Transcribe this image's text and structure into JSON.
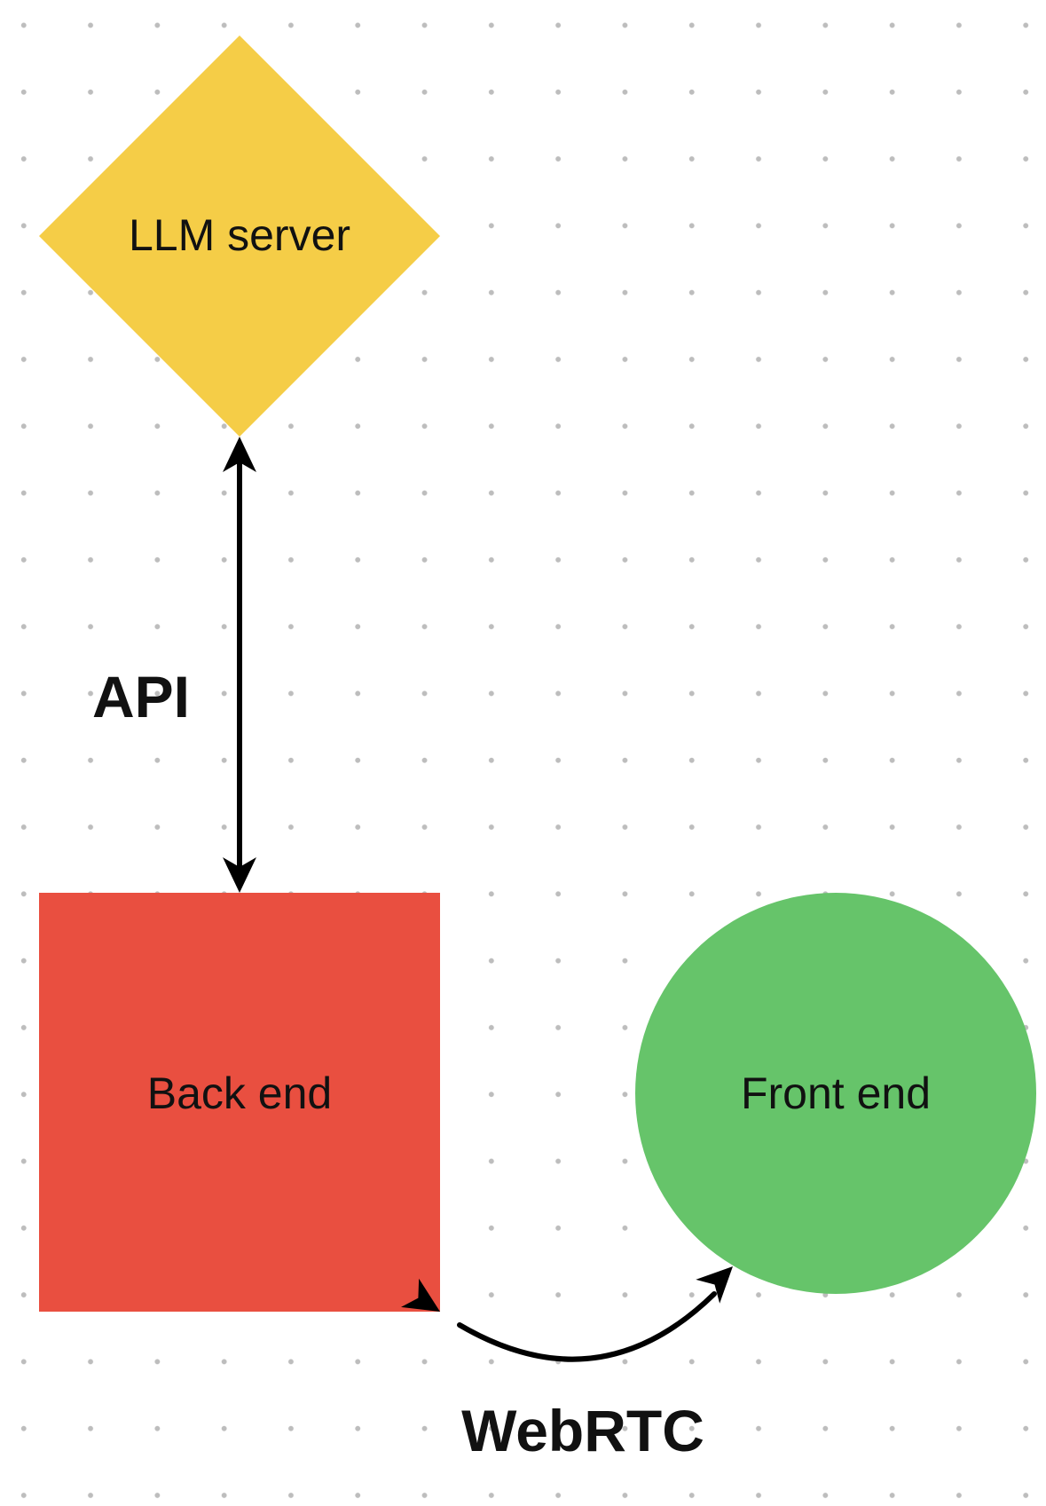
{
  "nodes": {
    "llm_server": {
      "label": "LLM server",
      "shape": "diamond",
      "color": "#F5CD47"
    },
    "back_end": {
      "label": "Back end",
      "shape": "square",
      "color": "#E94F40"
    },
    "front_end": {
      "label": "Front end",
      "shape": "circle",
      "color": "#66C46A"
    }
  },
  "edges": {
    "api": {
      "label": "API",
      "from": "LLM server",
      "to": "Back end",
      "direction": "bidirectional"
    },
    "webrtc": {
      "label": "WebRTC",
      "from": "Back end",
      "to": "Front end",
      "direction": "bidirectional"
    }
  },
  "canvas": {
    "background": "dot-grid"
  }
}
